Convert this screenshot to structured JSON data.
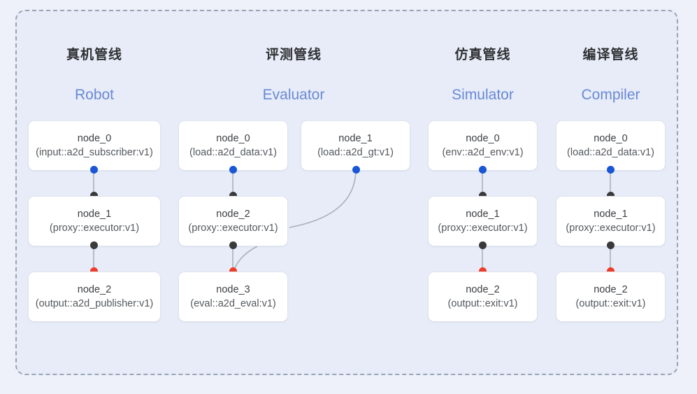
{
  "diagram": {
    "panel_border_style": "dashed",
    "colors": {
      "page_background": "#eef1f9",
      "panel_background": "#e7ecf8",
      "panel_border": "#9aa3b5",
      "node_background": "#ffffff",
      "node_border": "#dfe3ec",
      "title_text": "#2f3133",
      "subtitle_text": "#6a89d4",
      "port_input": "#1a56d6",
      "port_middle": "#3a3a3a",
      "port_output": "#ef3b27",
      "edge_line": "#aab0bd"
    },
    "columns": [
      {
        "title": "真机管线",
        "subtitle": "Robot",
        "nodes": [
          {
            "name": "node_0",
            "type": "(input::a2d_subscriber:v1)"
          },
          {
            "name": "node_1",
            "type": "(proxy::executor:v1)"
          },
          {
            "name": "node_2",
            "type": "(output::a2d_publisher:v1)"
          }
        ]
      },
      {
        "title": "评测管线",
        "subtitle": "Evaluator",
        "nodes": [
          {
            "name": "node_0",
            "type": "(load::a2d_data:v1)"
          },
          {
            "name": "node_2",
            "type": "(proxy::executor:v1)"
          },
          {
            "name": "node_3",
            "type": "(eval::a2d_eval:v1)"
          }
        ],
        "extra_nodes": [
          {
            "name": "node_1",
            "type": "(load::a2d_gt:v1)"
          }
        ]
      },
      {
        "title": "仿真管线",
        "subtitle": "Simulator",
        "nodes": [
          {
            "name": "node_0",
            "type": "(env::a2d_env:v1)"
          },
          {
            "name": "node_1",
            "type": "(proxy::executor:v1)"
          },
          {
            "name": "node_2",
            "type": "(output::exit:v1)"
          }
        ]
      },
      {
        "title": "编译管线",
        "subtitle": "Compiler",
        "nodes": [
          {
            "name": "node_0",
            "type": "(load::a2d_data:v1)"
          },
          {
            "name": "node_1",
            "type": "(proxy::executor:v1)"
          },
          {
            "name": "node_2",
            "type": "(output::exit:v1)"
          }
        ]
      }
    ]
  }
}
